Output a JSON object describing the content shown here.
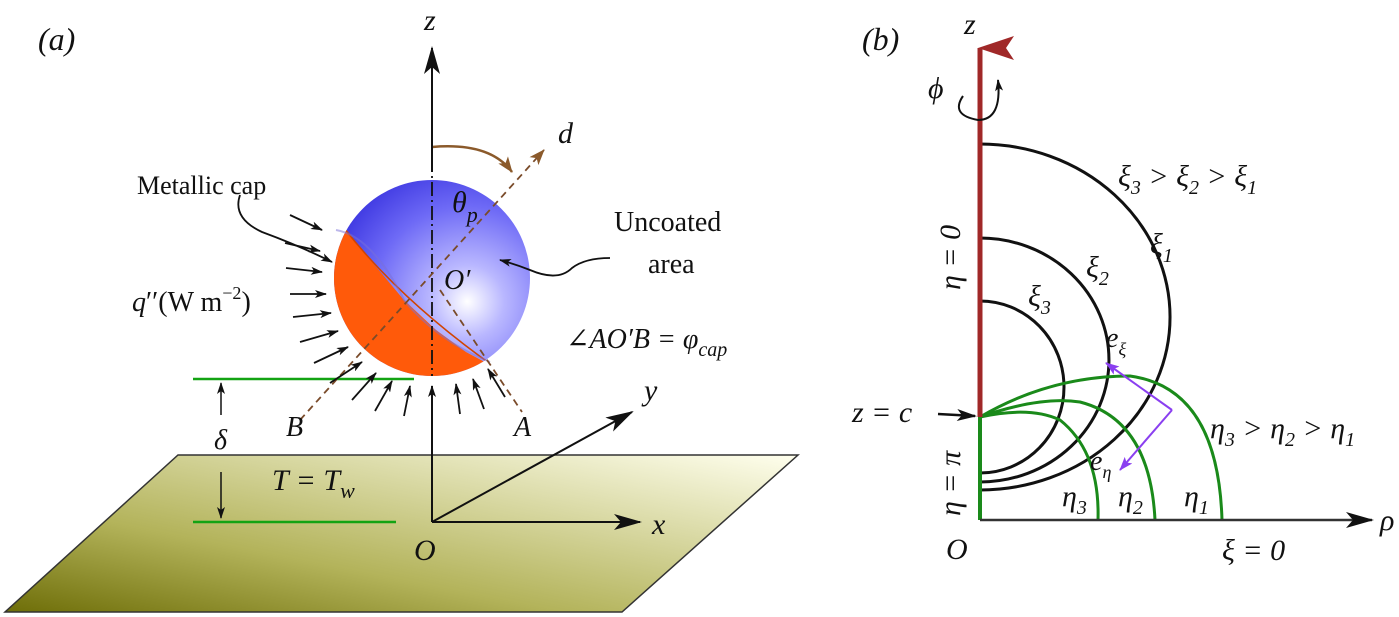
{
  "panel_a": {
    "tag": "(a)",
    "axes": {
      "z": "z",
      "x": "x",
      "y": "y",
      "d": "d"
    },
    "origin": "O",
    "center": "O′",
    "points": {
      "A": "A",
      "B": "B"
    },
    "theta": "θ",
    "theta_sub": "p",
    "delta": "δ",
    "metallic_cap": "Metallic cap",
    "uncoated_line1": "Uncoated",
    "uncoated_line2": "area",
    "flux_q": "q",
    "flux_prime": "′′",
    "flux_unit_a": "(W m",
    "flux_unit_exp": "−2",
    "flux_unit_b": ")",
    "angle_text": "∠AO′B = φ",
    "angle_sub": "cap",
    "temp_T": "T",
    "temp_eq": " = T",
    "temp_sub": "w",
    "colors": {
      "cap": "#ff5a0a",
      "sphere": "#5f5cf2",
      "plane_dark": "#7a7a10",
      "plane_light": "#fdfde8",
      "green": "#13a313",
      "brown": "#8b5a2b"
    }
  },
  "panel_b": {
    "tag": "(b)",
    "axes": {
      "z": "z",
      "rho": "ρ"
    },
    "origin": "O",
    "phi": "ϕ",
    "eta0": "η = 0",
    "eta_pi": "η = π",
    "xi0": "ξ = 0",
    "zc": "z = c",
    "xi_order": {
      "s": "ξ",
      "a": "3",
      "b": "2",
      "c": "1",
      "rel": " > "
    },
    "eta_order": {
      "s": "η",
      "a": "3",
      "b": "2",
      "c": "1",
      "rel": " > "
    },
    "xi_labels": [
      {
        "s": "ξ",
        "sub": "1"
      },
      {
        "s": "ξ",
        "sub": "2"
      },
      {
        "s": "ξ",
        "sub": "3"
      }
    ],
    "eta_labels": [
      {
        "s": "η",
        "sub": "1"
      },
      {
        "s": "η",
        "sub": "2"
      },
      {
        "s": "η",
        "sub": "3"
      }
    ],
    "e_xi": {
      "s": "e",
      "sub": "ξ"
    },
    "e_eta": {
      "s": "e",
      "sub": "η"
    },
    "colors": {
      "z_axis": "#a02828",
      "eta_lines": "#1a8a1a",
      "unit_vectors": "#8a3ff0"
    }
  }
}
